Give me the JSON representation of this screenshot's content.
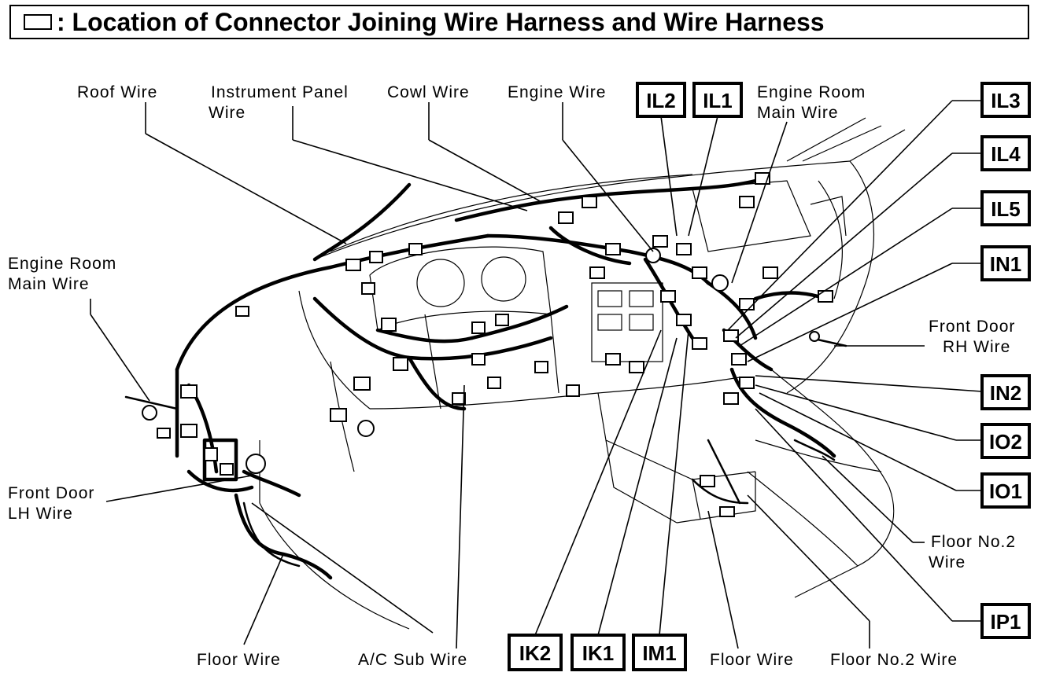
{
  "title": ": Location of Connector Joining Wire Harness and Wire Harness",
  "labels": {
    "roof_wire": "Roof Wire",
    "instrument_panel_wire_1": "Instrument Panel",
    "instrument_panel_wire_2": "Wire",
    "cowl_wire": "Cowl Wire",
    "engine_wire": "Engine Wire",
    "engine_room_main_wire_top_1": "Engine Room",
    "engine_room_main_wire_top_2": "Main Wire",
    "engine_room_main_wire_left_1": "Engine Room",
    "engine_room_main_wire_left_2": "Main Wire",
    "front_door_rh_wire_1": "Front Door",
    "front_door_rh_wire_2": "RH Wire",
    "front_door_lh_wire_1": "Front Door",
    "front_door_lh_wire_2": "LH Wire",
    "floor_no2_wire_right_1": "Floor No.2",
    "floor_no2_wire_right_2": "Wire",
    "floor_wire_left": "Floor Wire",
    "ac_sub_wire": "A/C Sub Wire",
    "floor_wire_center": "Floor Wire",
    "floor_no2_wire_bottom": "Floor No.2 Wire"
  },
  "connector_codes": {
    "il2": "IL2",
    "il1": "IL1",
    "il3": "IL3",
    "il4": "IL4",
    "il5": "IL5",
    "in1": "IN1",
    "in2": "IN2",
    "io2": "IO2",
    "io1": "IO1",
    "ip1": "IP1",
    "ik2": "IK2",
    "ik1": "IK1",
    "im1": "IM1"
  }
}
